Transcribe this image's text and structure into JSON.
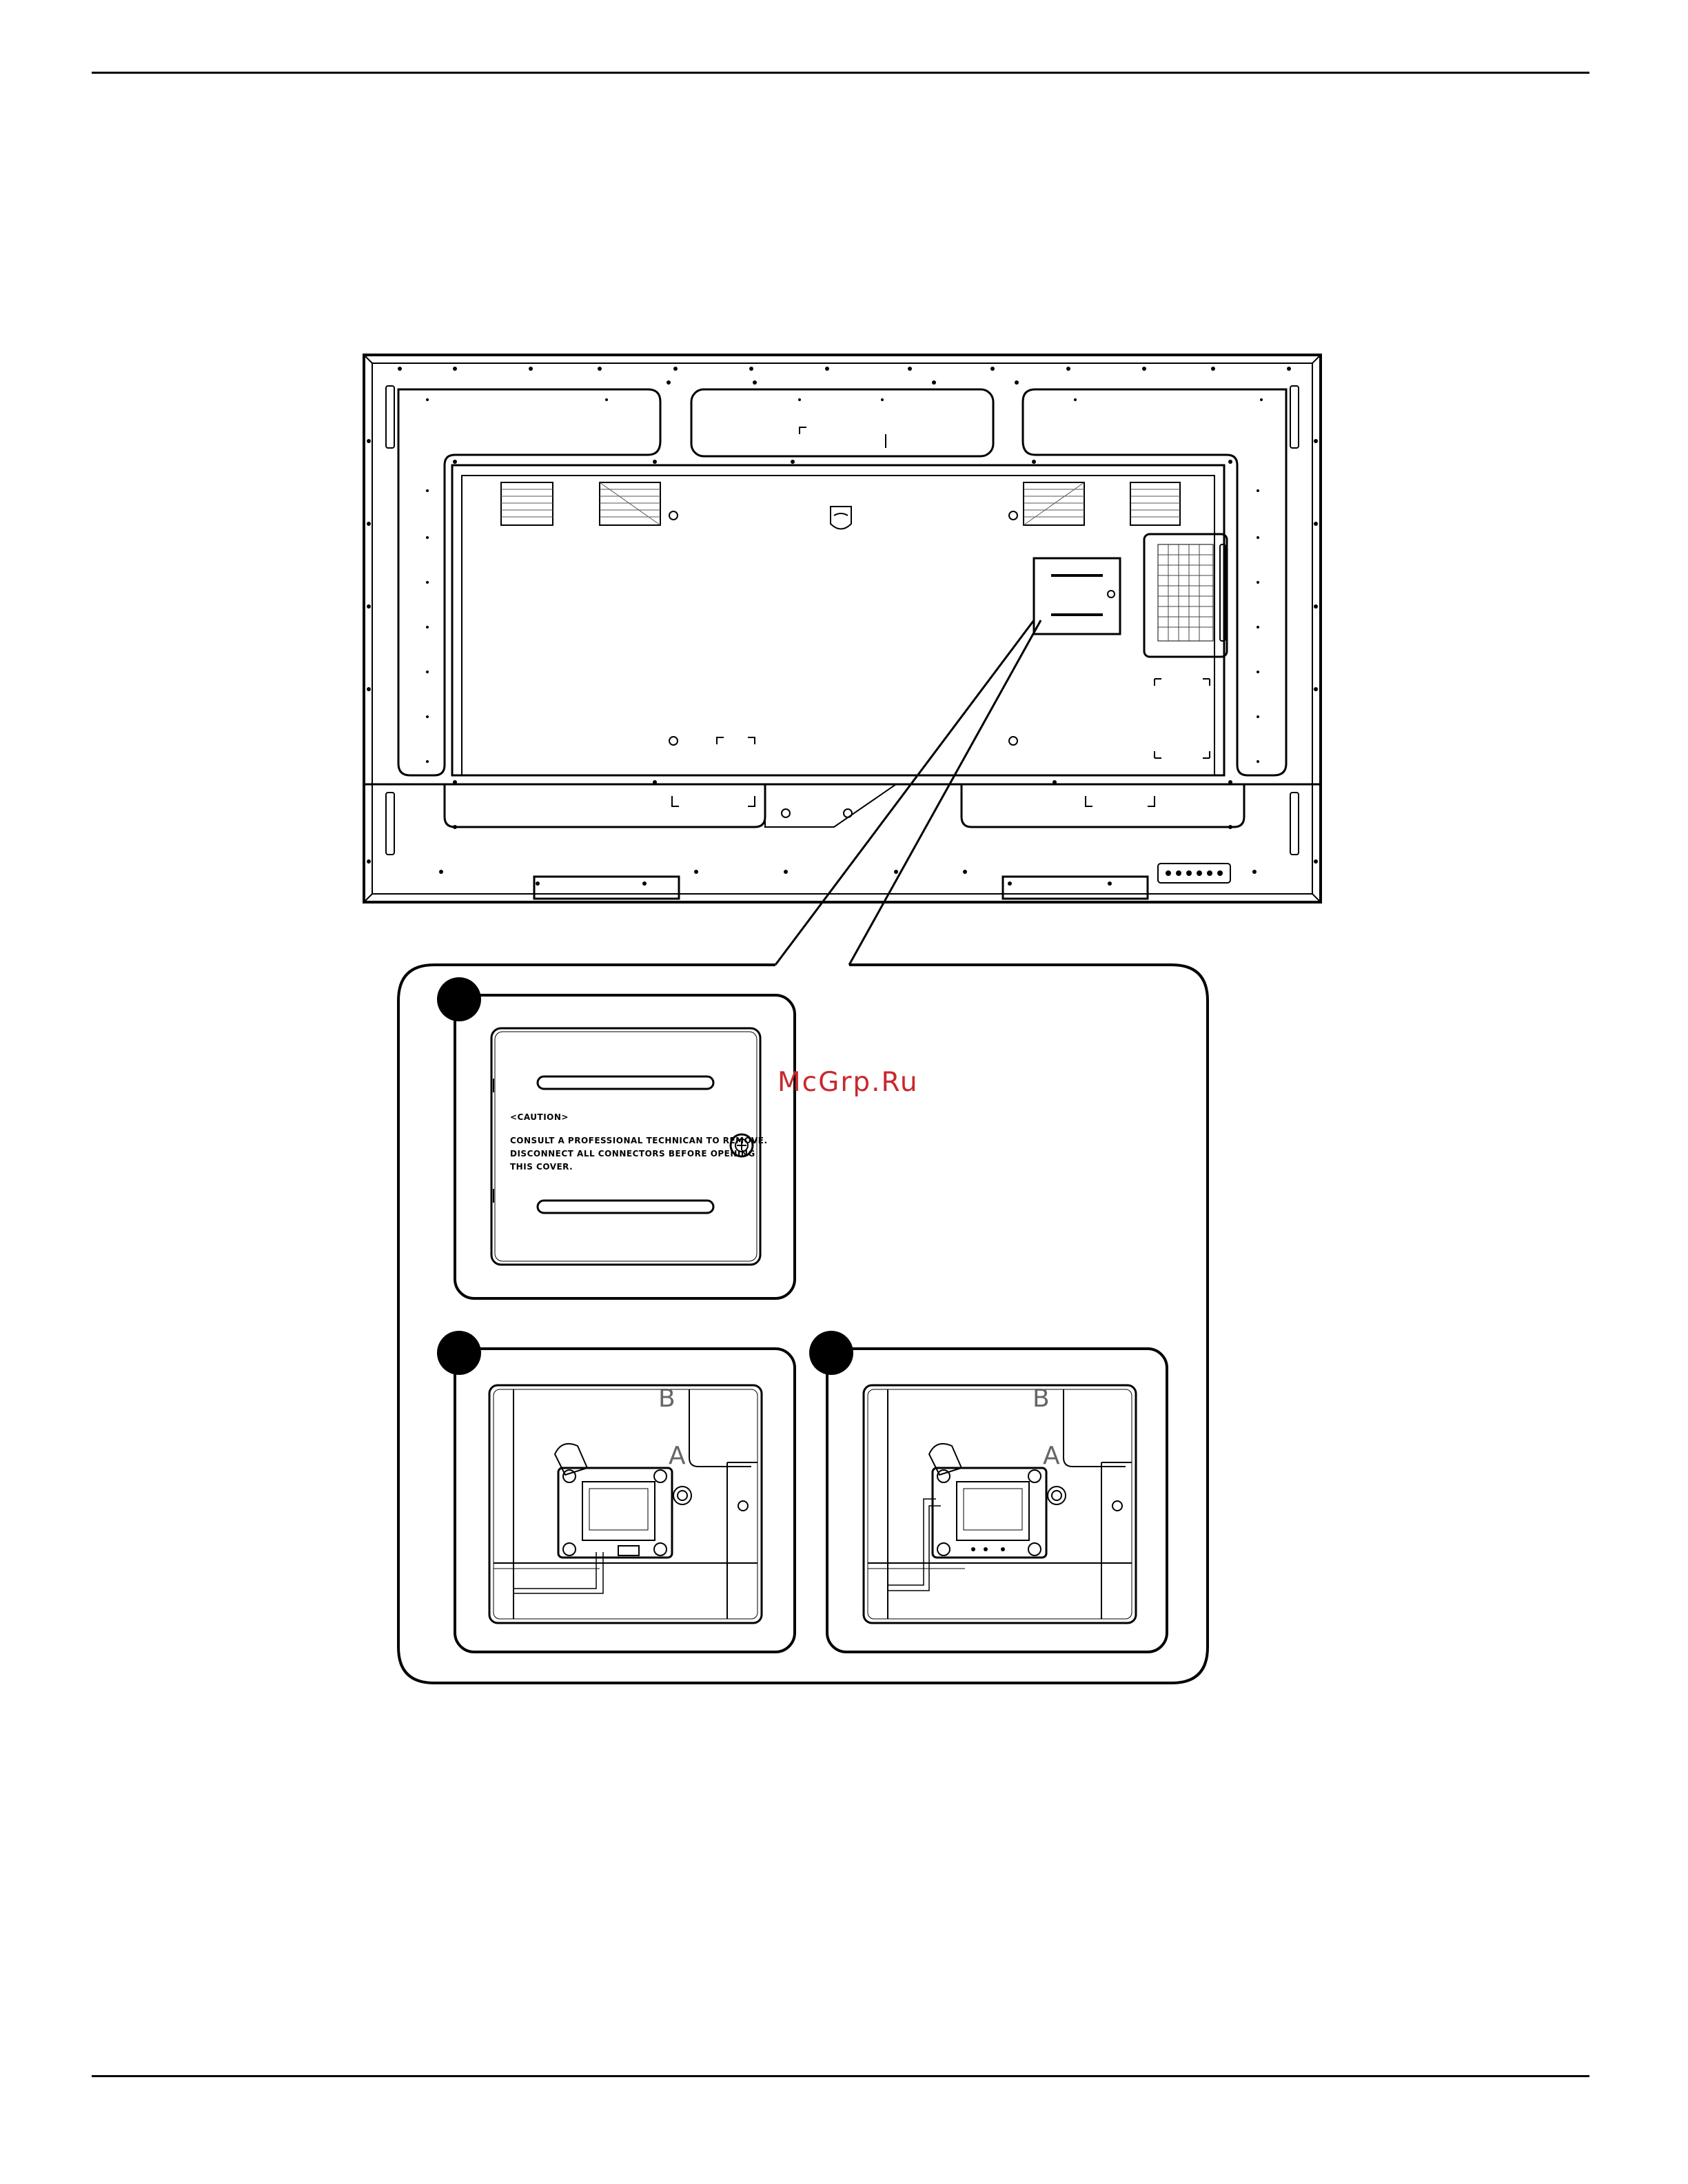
{
  "watermark": "McGrp.Ru",
  "cover_label": {
    "heading": "<CAUTION>",
    "lines": [
      "CONSULT A PROFESSIONAL TECHNICAN TO REMOVE.",
      "DISCONNECT ALL CONNECTORS BEFORE OPENING",
      "THIS COVER."
    ]
  },
  "step2": {
    "label_b": "B",
    "label_a": "A"
  },
  "step3": {
    "label_b": "B",
    "label_a": "A"
  },
  "colors": {
    "line": "#000000",
    "watermark": "#c8282d",
    "panel_label": "#666666"
  }
}
